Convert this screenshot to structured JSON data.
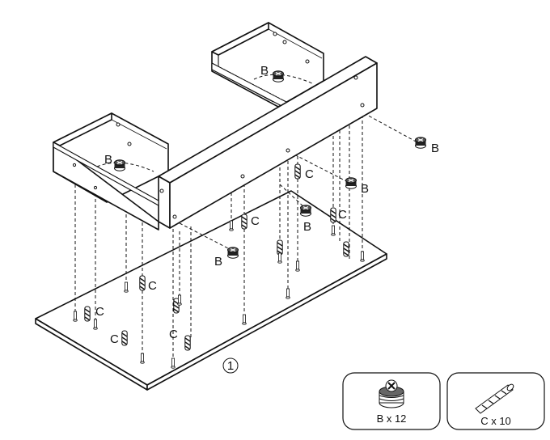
{
  "labels": {
    "cam": "B",
    "dowel": "C"
  },
  "step": {
    "number": "1"
  },
  "legend": {
    "cam_count": "B x 12",
    "dowel_count": "C x 10"
  },
  "icons": {
    "cam": "cam-lock-icon",
    "dowel": "wooden-dowel-icon"
  }
}
